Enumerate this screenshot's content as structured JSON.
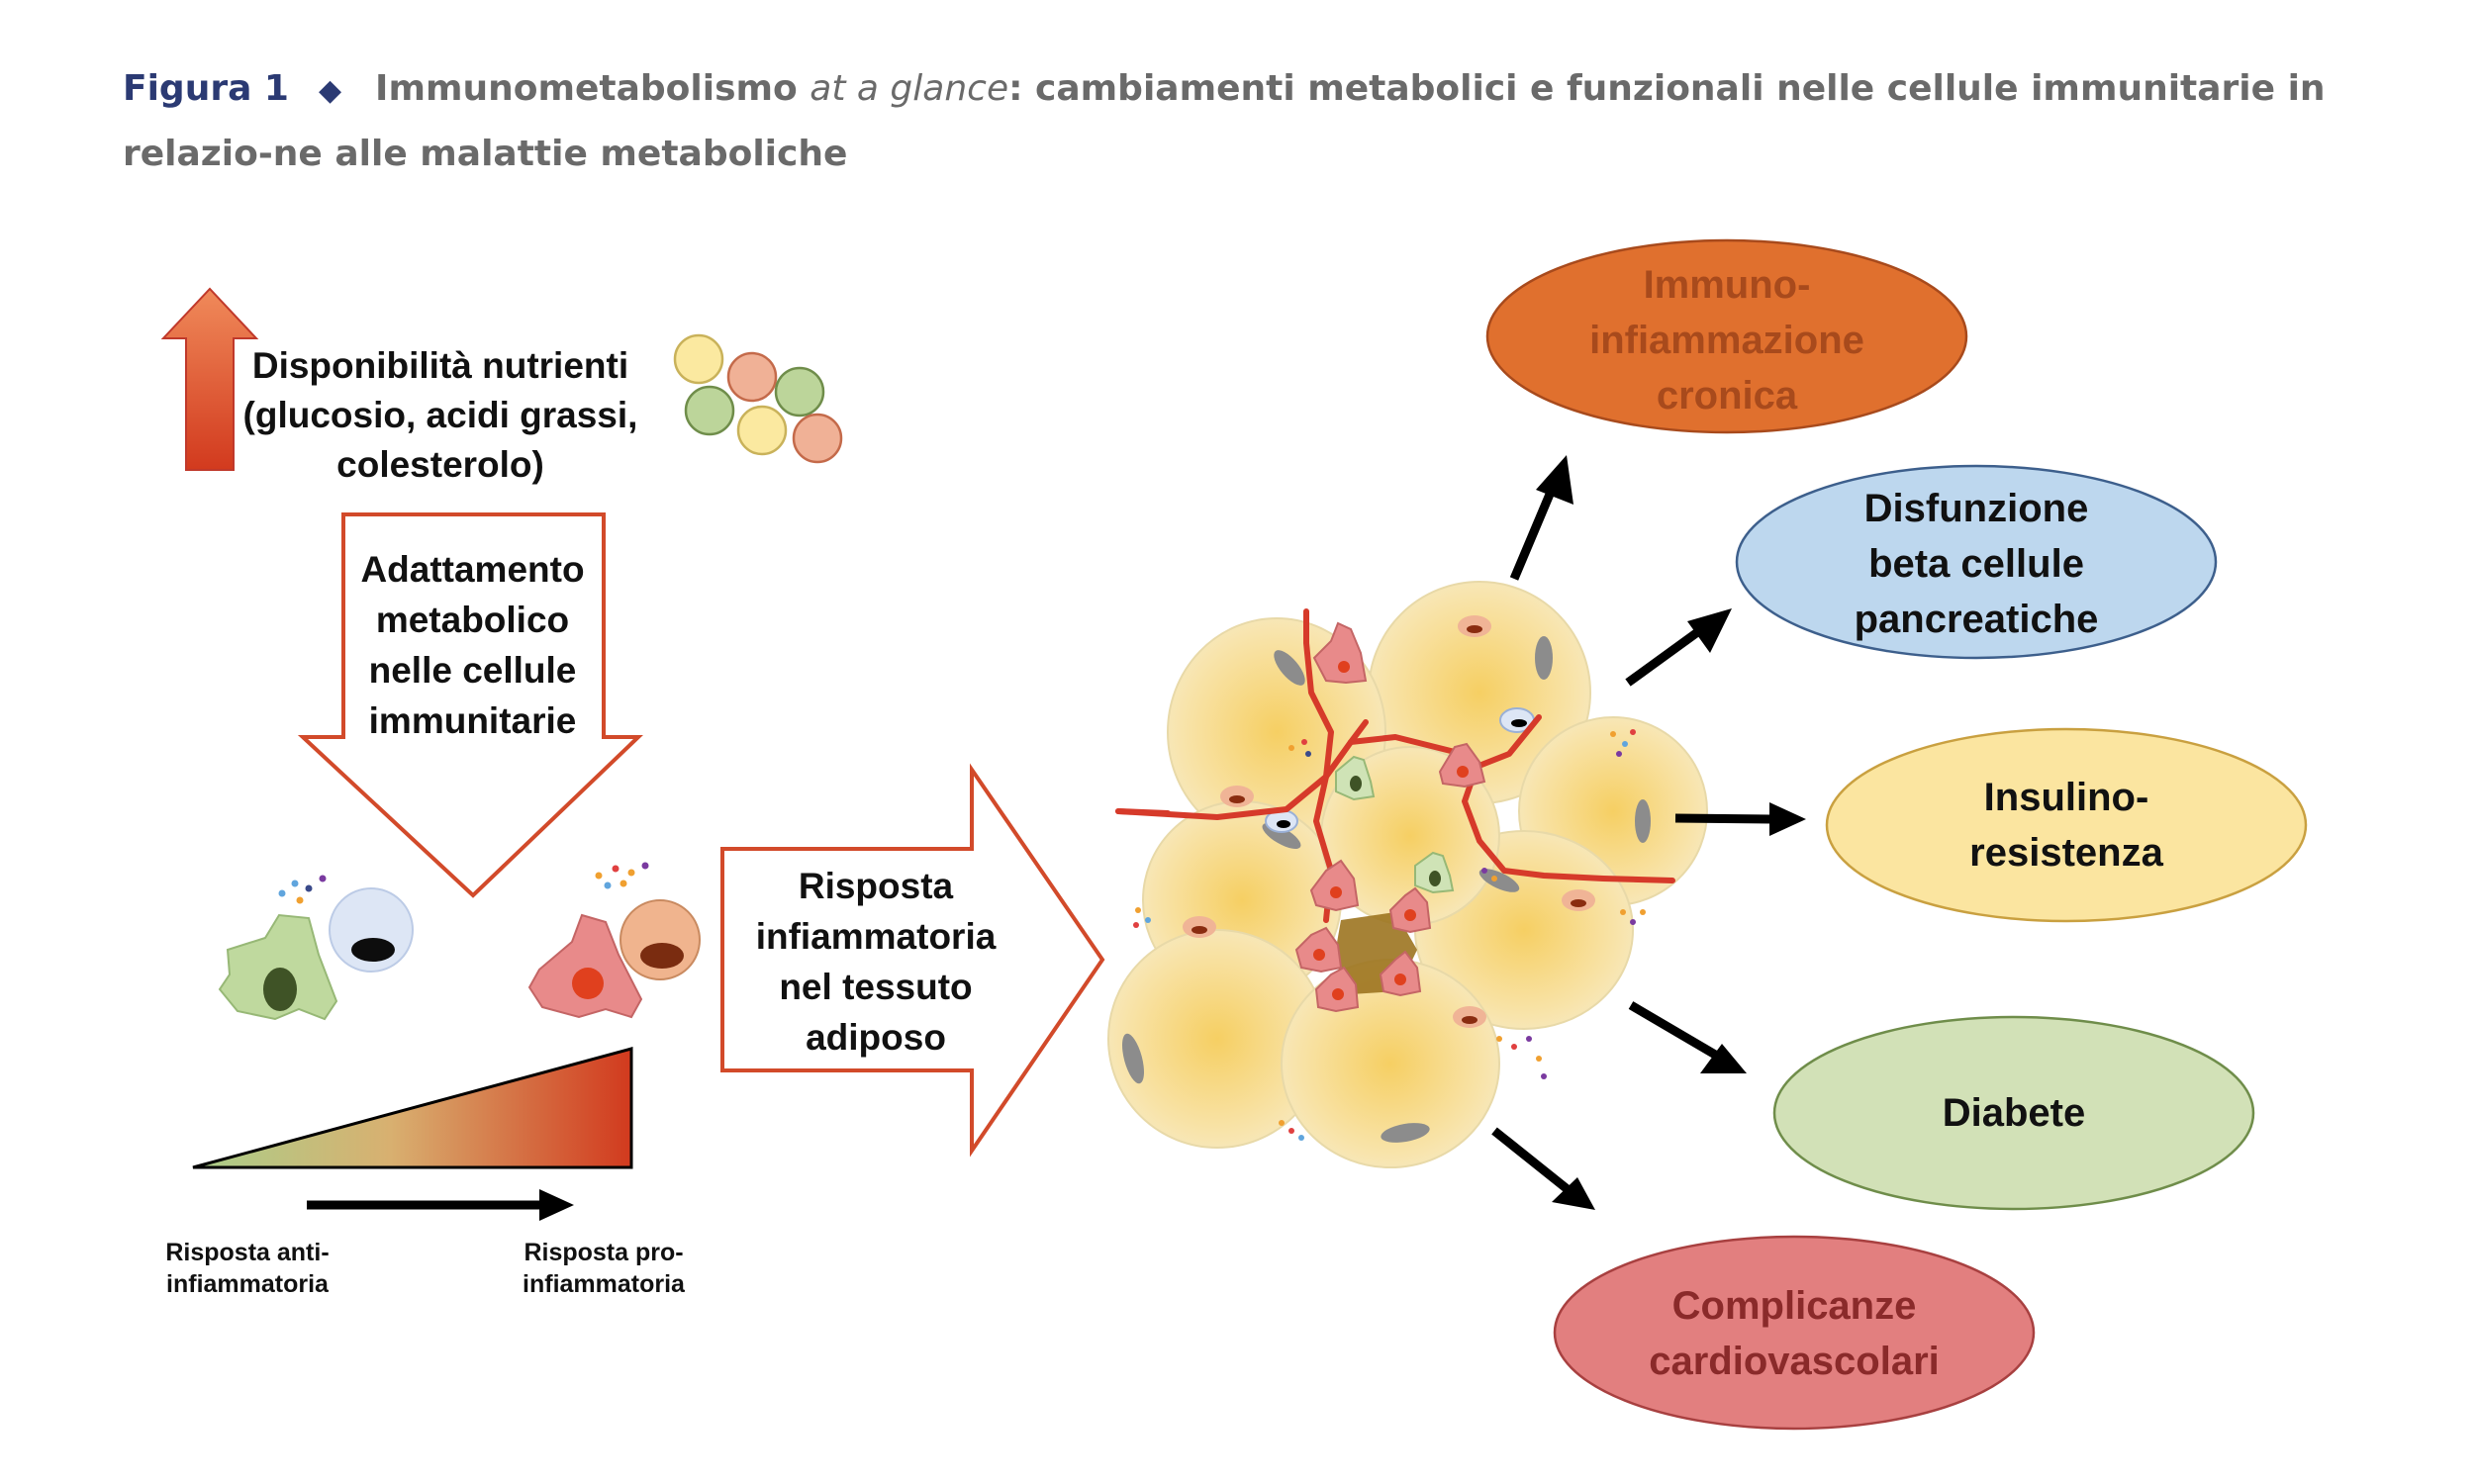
{
  "caption": {
    "figure_label": "Figura 1",
    "title_before": "Immunometabolismo",
    "title_italic": "at a glance",
    "title_after": ": cambiamenti metabolici e funzionali nelle cellule immunitarie in relazio-ne alle malattie metaboliche"
  },
  "left": {
    "nutrients_label": "Disponibilità nutrienti (glucosio, acidi grassi, colesterolo)",
    "adaptation_label": "Adattamento metabolico nelle cellule immunitarie",
    "gradient_left_label": "Risposta anti-infiammatoria",
    "gradient_right_label": "Risposta pro-infiammatoria"
  },
  "middle": {
    "arrow_label": "Risposta infiammatoria nel tessuto adiposo"
  },
  "outcomes": [
    {
      "label": "Immuno-infiammazione cronica",
      "fill": "#e0702e",
      "text": "#a84a1c"
    },
    {
      "label": "Disfunzione beta cellule pancreatiche",
      "fill": "#bdd7ee",
      "text": "#111111"
    },
    {
      "label": "Insulino-resistenza",
      "fill": "#fbe5a0",
      "text": "#111111"
    },
    {
      "label": "Diabete",
      "fill": "#d2e1b7",
      "text": "#111111"
    },
    {
      "label": "Complicanze cardiovascolari",
      "fill": "#e27f7f",
      "text": "#8a2a2a"
    }
  ],
  "colors": {
    "accent_red": "#d24a2a",
    "caption_blue": "#2b3a73"
  }
}
